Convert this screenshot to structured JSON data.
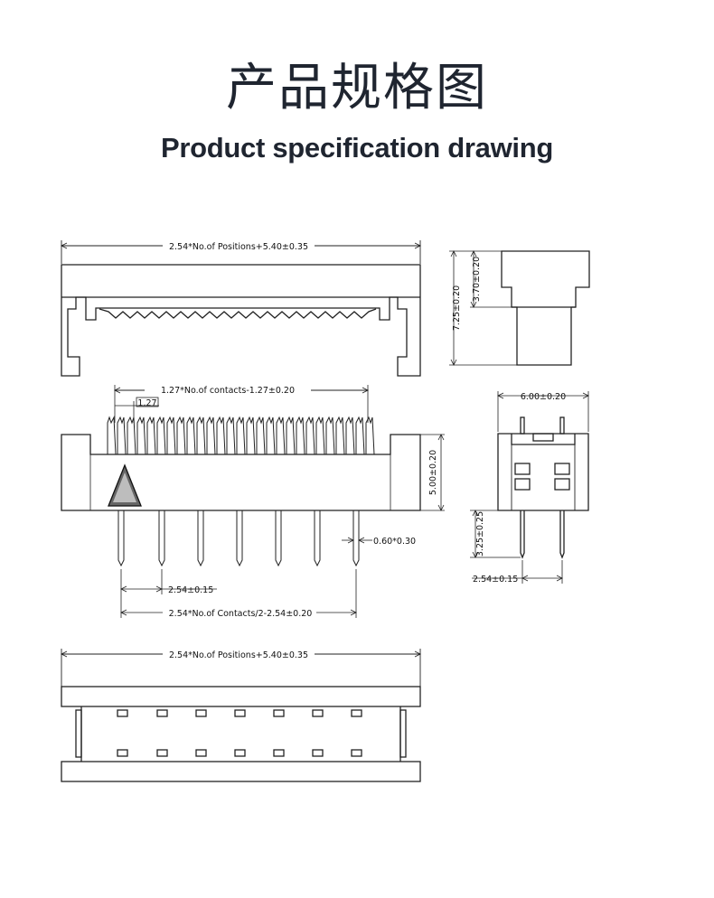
{
  "header": {
    "title_cn": "产品规格图",
    "title_en": "Product specification drawing"
  },
  "dimensions": {
    "top_width": "2.54*No.of Positions+5.40±0.35",
    "contacts_span": "1.27*No.of contacts-1.27±0.20",
    "pitch_half": "1.27",
    "pin_diameter": "0.60*0.30",
    "pin_pitch": "2.54±0.15",
    "pin_row_span": "2.54*No.of Contacts/2-2.54±0.20",
    "body_height": "5.00±0.20",
    "side_total_height": "7.25±0.20",
    "side_cap_height": "3.70±0.20",
    "side_width": "6.00±0.20",
    "pin_length": "3.25±0.25",
    "row_spacing": "2.54±0.15",
    "bottom_width": "2.54*No.of Positions+5.40±0.35"
  },
  "colors": {
    "line": "#222222",
    "text": "#1f2530"
  }
}
